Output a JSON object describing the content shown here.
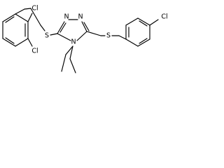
{
  "molecule": {
    "atoms": {
      "cl_top_left": "Cl",
      "cl_bottom_left": "Cl",
      "s_thioether_left": "S",
      "n_ring_top": "N",
      "n_ring_right": "N",
      "n_ring_bottom": "N",
      "s_thioether_right": "S",
      "cl_right": "Cl"
    },
    "colors": {
      "bond": "#000000",
      "label": "#000000",
      "background": "#ffffff"
    }
  }
}
